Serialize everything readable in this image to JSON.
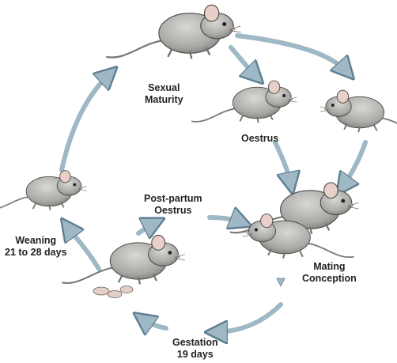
{
  "labels": {
    "sexual_maturity": [
      "Sexual",
      "Maturity"
    ],
    "oestrus": "Oestrus",
    "post_partum_oestrus": [
      "Post-partum",
      "Oestrus"
    ],
    "weaning": [
      "Weaning",
      "21 to 28 days"
    ],
    "mating_conception": [
      "Mating",
      "Conception"
    ],
    "gestation": [
      "Gestation",
      "19 days"
    ]
  },
  "colors": {
    "arrow_fill": "#9fb8c6",
    "arrow_stroke": "#5f7f92",
    "fur_light": "#c9c9c5",
    "fur_dark": "#8a8a86",
    "outline": "#4a4a48",
    "ear_pink": "#e8cfc8"
  },
  "icons": {
    "stage_mouse": "mouse-illustration",
    "cycle_arrow": "curved-arrow-icon"
  }
}
